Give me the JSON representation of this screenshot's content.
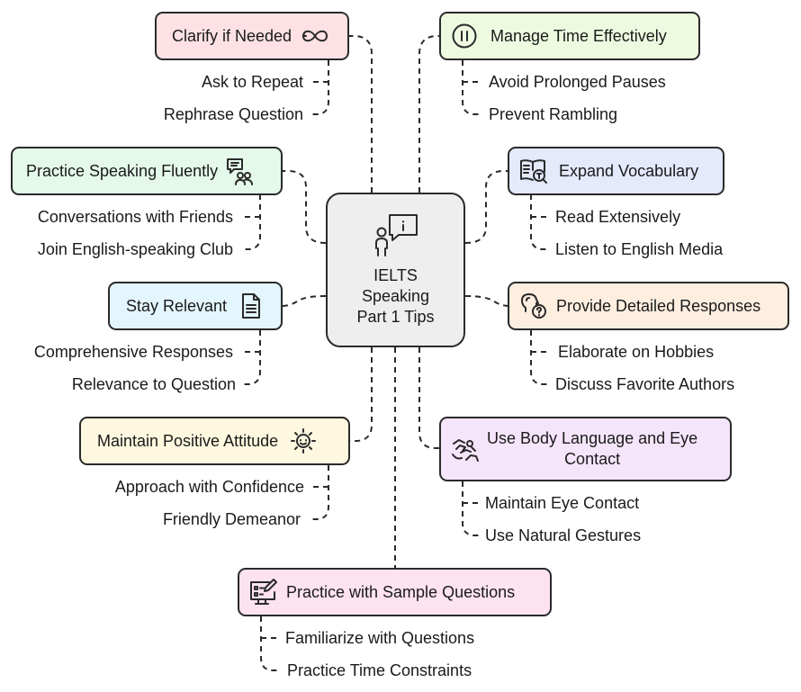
{
  "center": {
    "lines": [
      "IELTS",
      "Speaking",
      "Part 1 Tips"
    ],
    "icon": "person-info-speech-icon",
    "fill": "#eeeeee"
  },
  "branches": [
    {
      "id": "clarify",
      "title": "Clarify if Needed",
      "icon": "infinity-loop-icon",
      "fill": "#fde1e4",
      "items": [
        "Ask to Repeat",
        "Rephrase Question"
      ]
    },
    {
      "id": "practice-speaking",
      "title": "Practice Speaking Fluently",
      "icon": "people-chat-icon",
      "fill": "#e4f9ea",
      "items": [
        "Conversations with Friends",
        "Join English-speaking Club"
      ]
    },
    {
      "id": "stay-relevant",
      "title": "Stay Relevant",
      "icon": "document-icon",
      "fill": "#e3f5fd",
      "items": [
        "Comprehensive Responses",
        "Relevance to Question"
      ]
    },
    {
      "id": "positive-attitude",
      "title": "Maintain Positive Attitude",
      "icon": "sun-face-icon",
      "fill": "#fdf8df",
      "items": [
        "Approach with Confidence",
        "Friendly Demeanor"
      ]
    },
    {
      "id": "manage-time",
      "title": "Manage Time Effectively",
      "icon": "pause-icon",
      "fill": "#eefae0",
      "items": [
        "Avoid Prolonged Pauses",
        "Prevent Rambling"
      ]
    },
    {
      "id": "expand-vocab",
      "title": "Expand Vocabulary",
      "icon": "book-magnifier-icon",
      "fill": "#e4e9fc",
      "items": [
        "Read Extensively",
        "Listen to English Media"
      ]
    },
    {
      "id": "detailed-responses",
      "title": "Provide Detailed Responses",
      "icon": "head-question-icon",
      "fill": "#fdeee0",
      "items": [
        "Elaborate on Hobbies",
        "Discuss Favorite Authors"
      ]
    },
    {
      "id": "body-language",
      "title": "Use Body Language and Eye Contact",
      "title_lines": [
        "Use Body Language and Eye",
        "Contact"
      ],
      "icon": "hand-gesture-icon",
      "fill": "#f5e5fb",
      "items": [
        "Maintain Eye Contact",
        "Use Natural Gestures"
      ]
    },
    {
      "id": "sample-questions",
      "title": "Practice with Sample Questions",
      "icon": "computer-checklist-icon",
      "fill": "#fde2f0",
      "items": [
        "Familiarize with Questions",
        "Practice Time Constraints"
      ]
    }
  ],
  "colors": {
    "stroke": "#2a2a2a",
    "text": "#1a1a1a"
  }
}
